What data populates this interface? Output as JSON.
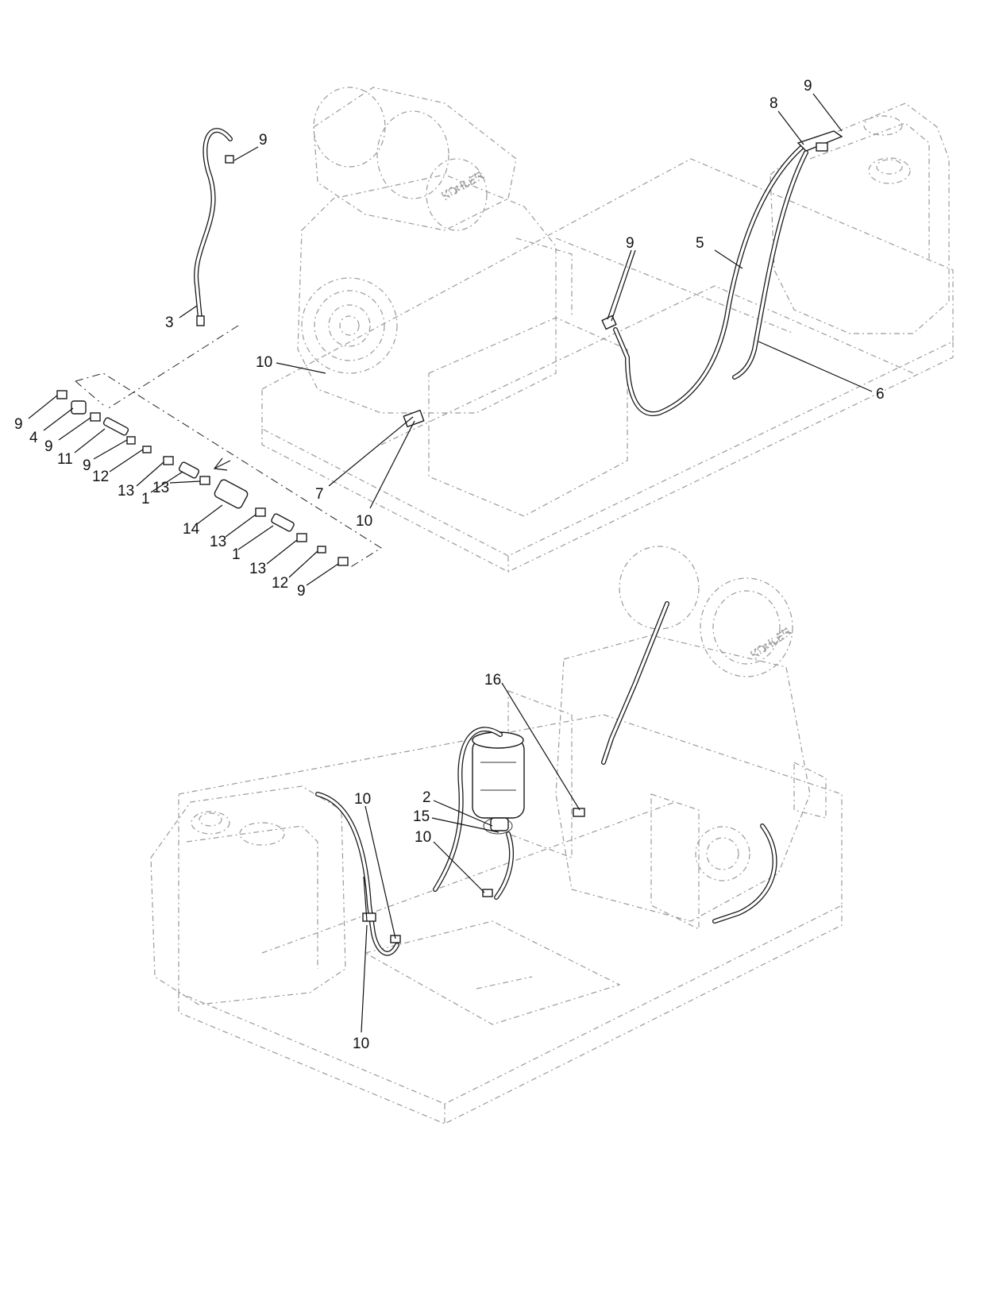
{
  "diagram": {
    "top_view": {
      "engine_brand": "KOHLER",
      "callouts": [
        "9",
        "3",
        "10",
        "9",
        "4",
        "9",
        "11",
        "9",
        "12",
        "13",
        "1",
        "13",
        "14",
        "13",
        "1",
        "13",
        "12",
        "9",
        "7",
        "10",
        "5",
        "6",
        "8",
        "9",
        "9"
      ]
    },
    "bottom_view": {
      "engine_brand": "KOHLER",
      "callouts": [
        "16",
        "2",
        "15",
        "10",
        "10",
        "10"
      ]
    }
  }
}
